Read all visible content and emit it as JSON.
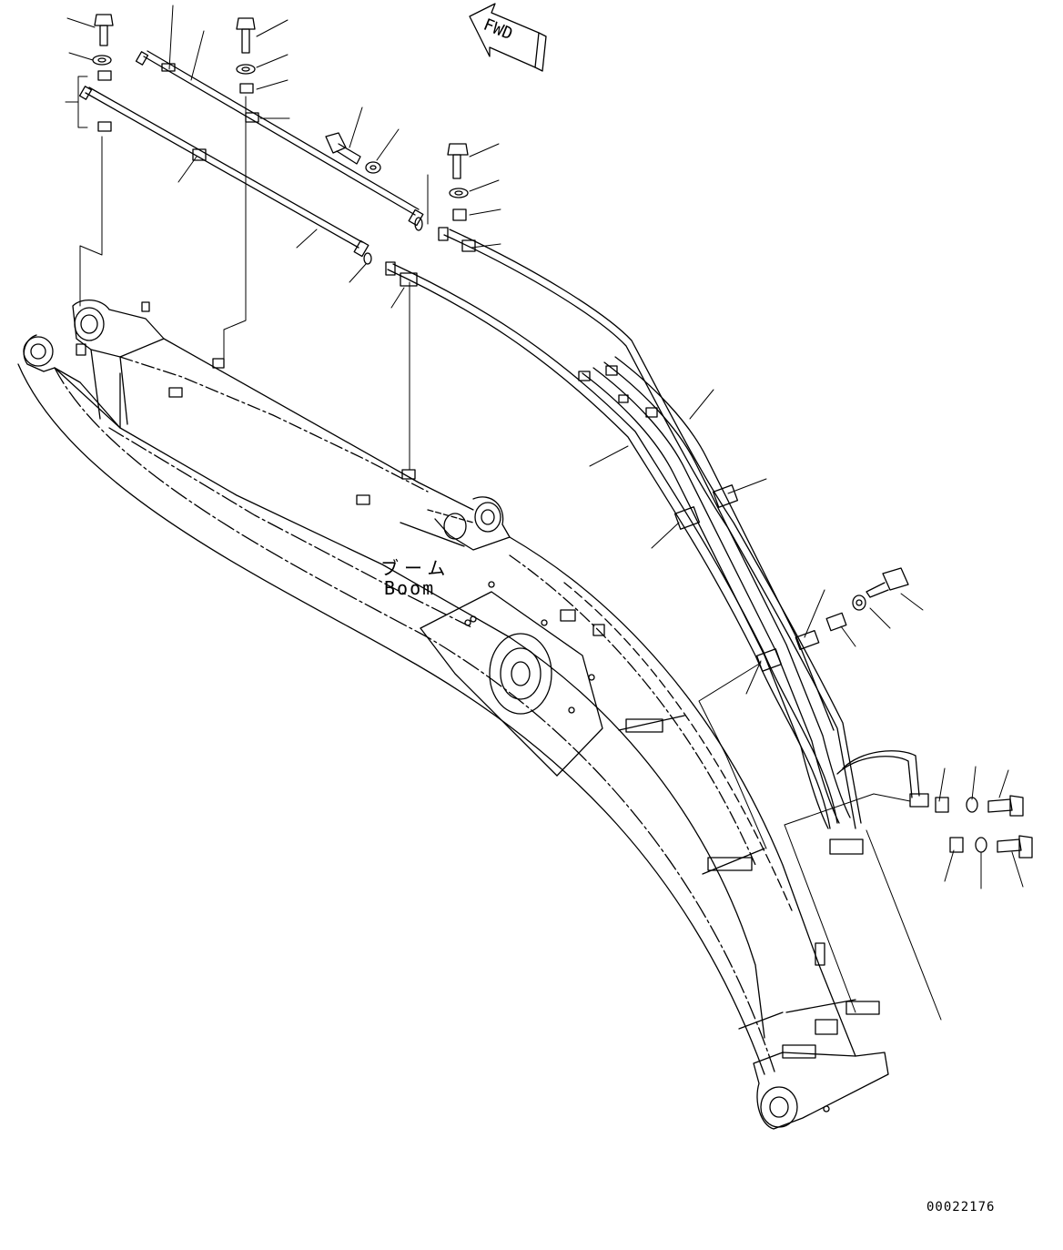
{
  "labels": {
    "fwd": "FWD",
    "boom_jp": "ブーム",
    "boom_en": "Boom",
    "drawing_number": "00022176"
  }
}
